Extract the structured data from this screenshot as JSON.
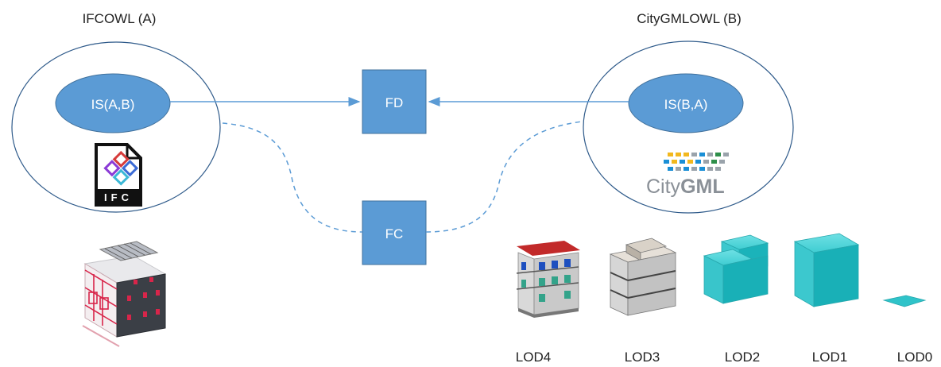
{
  "ontology_a": {
    "title": "IFCOWL (A)",
    "inner_label": "IS(A,B)",
    "logo_text": "IFC"
  },
  "ontology_b": {
    "title": "CityGMLOWL (B)",
    "inner_label": "IS(B,A)",
    "logo_text_city": "City",
    "logo_text_gml": "GML"
  },
  "boxes": {
    "fd": "FD",
    "fc": "FC"
  },
  "lod_labels": [
    "LOD4",
    "LOD3",
    "LOD2",
    "LOD1",
    "LOD0"
  ],
  "colors": {
    "node_blue": "#5b9bd5",
    "node_border": "#41719c",
    "outline": "#2e5a8a",
    "teal": "#2fc3c9"
  }
}
